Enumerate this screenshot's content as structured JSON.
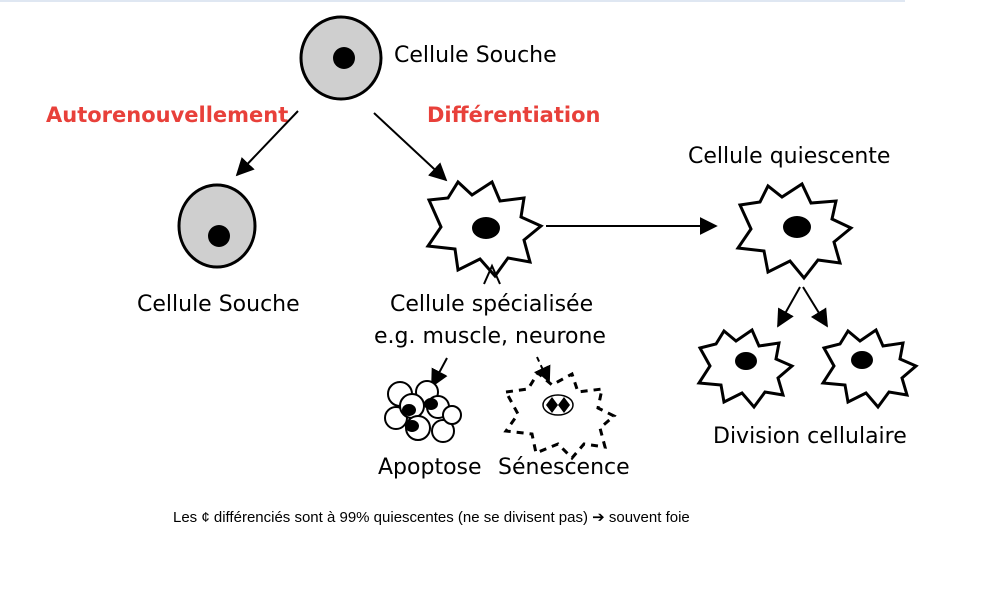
{
  "diagram": {
    "top_cell_label": "Cellule Souche",
    "self_renewal_label": "Autorenouvellement",
    "differentiation_label": "Différentiation",
    "stem_cell_label": "Cellule Souche",
    "specialized_label_line1": "Cellule spécialisée",
    "specialized_label_line2": "e.g. muscle, neurone",
    "quiescent_label": "Cellule quiescente",
    "apoptosis_label": "Apoptose",
    "senescence_label": "Sénescence",
    "division_label": "Division cellulaire",
    "footnote": "Les ¢ différenciés sont à 99% quiescentes (ne se divisent pas) ➔ souvent foie"
  },
  "colors": {
    "accent_red": "#e8403a",
    "cell_fill": "#cfcfcf",
    "ink": "#000000"
  }
}
